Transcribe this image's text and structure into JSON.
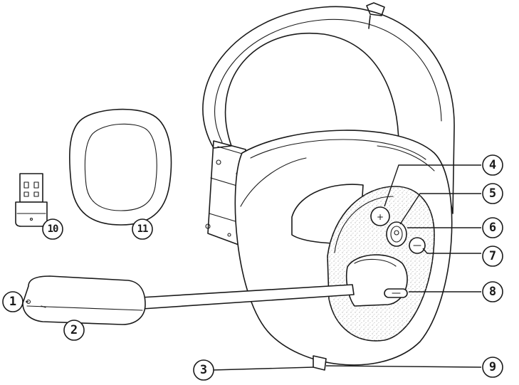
{
  "labels": [
    {
      "id": "1",
      "text": "1"
    },
    {
      "id": "2",
      "text": "2"
    },
    {
      "id": "3",
      "text": "3"
    },
    {
      "id": "4",
      "text": "4"
    },
    {
      "id": "5",
      "text": "5"
    },
    {
      "id": "6",
      "text": "6"
    },
    {
      "id": "7",
      "text": "7"
    },
    {
      "id": "8",
      "text": "8"
    },
    {
      "id": "9",
      "text": "9"
    },
    {
      "id": "10",
      "text": "10"
    },
    {
      "id": "11",
      "text": "11"
    }
  ],
  "colors": {
    "line": "#1a1a1a",
    "background": "#ffffff",
    "speckle": "#9a9a9a"
  }
}
